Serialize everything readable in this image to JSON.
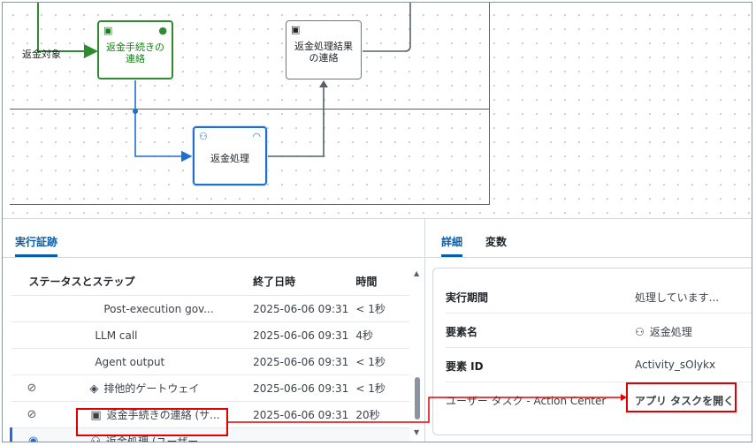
{
  "canvas": {
    "edge_label": "返金対象",
    "nodes": [
      {
        "label": "返金手続きの連絡",
        "status": "completed"
      },
      {
        "label": "返金処理結果の連絡",
        "status": "idle"
      },
      {
        "label": "返金処理",
        "status": "running"
      }
    ]
  },
  "left_panel": {
    "tab": "実行証跡",
    "columns": [
      "ステータスとステップ",
      "終了日時",
      "時間"
    ],
    "rows": [
      {
        "status": "",
        "icon": "",
        "step": "Post-execution gov...",
        "end": "2025-06-06 09:31",
        "duration": "< 1秒"
      },
      {
        "status": "",
        "icon": "",
        "step": "LLM call",
        "end": "2025-06-06 09:31",
        "duration": "4秒"
      },
      {
        "status": "",
        "icon": "",
        "step": "Agent output",
        "end": "2025-06-06 09:31",
        "duration": "< 1秒"
      },
      {
        "status": "check-circle-icon",
        "icon": "gateway-icon",
        "step": "排他的ゲートウェイ",
        "end": "2025-06-06 09:31",
        "duration": "< 1秒"
      },
      {
        "status": "check-circle-icon",
        "icon": "service-task-icon",
        "step": "返金手続きの連絡 (サ...",
        "end": "2025-06-06 09:31",
        "duration": "20秒"
      },
      {
        "status": "running-dot-icon",
        "icon": "user-task-icon",
        "step": "返金処理 (ユーザー ...",
        "end": "-",
        "duration": "-"
      }
    ]
  },
  "right_panel": {
    "tabs": [
      "詳細",
      "変数"
    ],
    "details": [
      {
        "key": "実行期間",
        "value": "処理しています..."
      },
      {
        "key": "要素名",
        "value": "返金処理"
      },
      {
        "key": "要素 ID",
        "value": "Activity_sOlykx"
      },
      {
        "key": "ユーザー タスク - Action Center",
        "value": "アプリ タスクを開く"
      }
    ]
  },
  "colors": {
    "accent": "#0a5ea8",
    "success": "#2e8b2e",
    "highlight": "#e00000"
  }
}
